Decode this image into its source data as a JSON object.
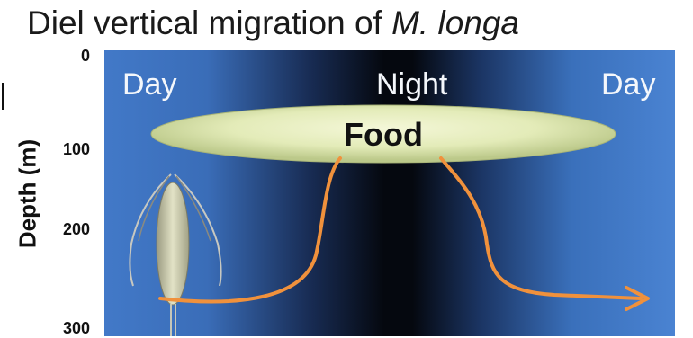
{
  "title": {
    "text": "Diel vertical migration of ",
    "species": "M. longa"
  },
  "axis": {
    "label": "Depth (m)",
    "ticks": [
      "0",
      "100",
      "200",
      "300"
    ]
  },
  "phases": {
    "left": "Day",
    "middle": "Night",
    "right": "Day"
  },
  "food_label": "Food",
  "colors": {
    "water": "#3d74c4",
    "night": "#060a14",
    "food": "#dfe6b0",
    "path": "#f0913c"
  },
  "icons": {
    "organism": "copepod-icon",
    "direction": "arrow-right-icon"
  }
}
